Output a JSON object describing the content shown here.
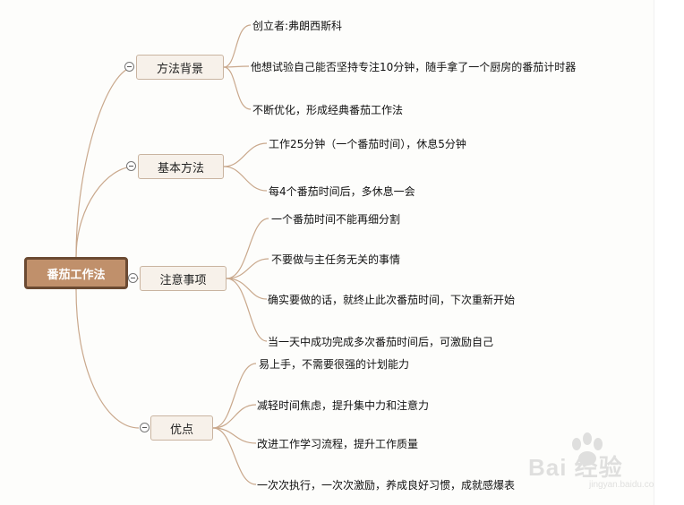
{
  "root": {
    "label": "番茄工作法"
  },
  "branches": [
    {
      "label": "方法背景",
      "children": [
        "创立者:弗朗西斯科",
        "他想试验自己能否坚持专注10分钟，随手拿了一个厨房的番茄计时器",
        "不断优化，形成经典番茄工作法"
      ]
    },
    {
      "label": "基本方法",
      "children": [
        "工作25分钟（一个番茄时间），休息5分钟",
        "每4个番茄时间后，多休息一会"
      ]
    },
    {
      "label": "注意事项",
      "children": [
        "一个番茄时间不能再细分割",
        "不要做与主任务无关的事情",
        "确实要做的话，就终止此次番茄时间，下次重新开始",
        "当一天中成功完成多次番茄时间后，可激励自己"
      ]
    },
    {
      "label": "优点",
      "children": [
        "易上手，不需要很强的计划能力",
        "减轻时间焦虑，提升集中力和注意力",
        "改进工作学习流程，提升工作质量",
        "一次次执行，一次次激励，养成良好习惯，成就感爆表"
      ]
    }
  ],
  "watermark": {
    "text": "Bai 经验",
    "url": "jingyan.baidu.com"
  },
  "colors": {
    "root_fill": "#c0906b",
    "root_border": "#6b4a32",
    "branch_fill": "#f7f1ea",
    "connector": "#c9a88c"
  }
}
